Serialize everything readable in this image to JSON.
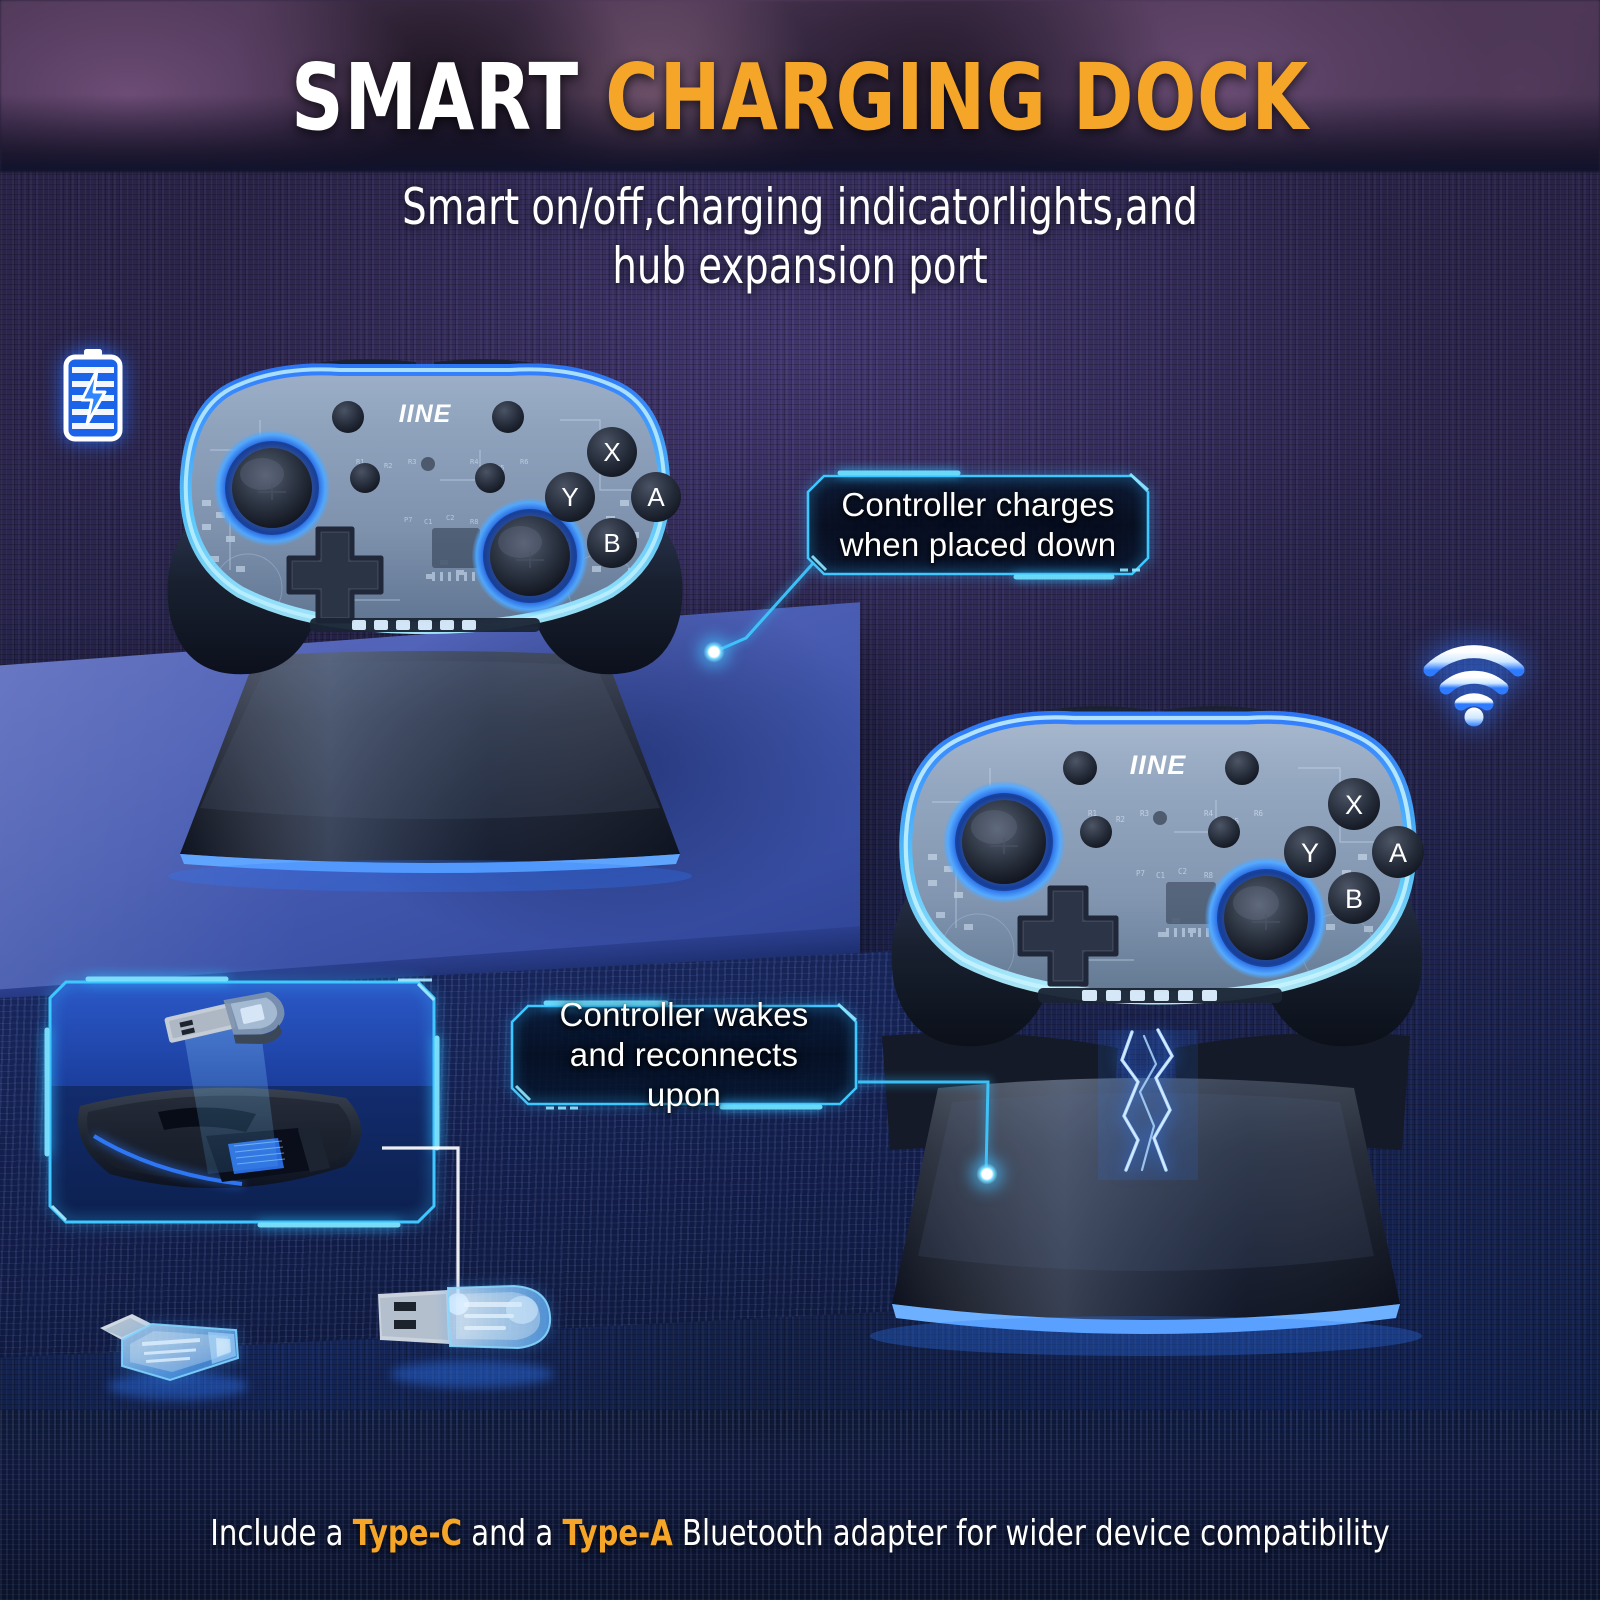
{
  "header": {
    "title_part_white": "SMART ",
    "title_part_orange": "CHARGING DOCK",
    "subtitle_line1": "Smart on/off,charging indicatorlights,and",
    "subtitle_line2": "hub expansion port"
  },
  "footer": {
    "caption_pre": "Include a ",
    "caption_type_c": "Type-C",
    "caption_mid": " and a ",
    "caption_type_a": "Type-A",
    "caption_post": " Bluetooth adapter for wider device compatibility"
  },
  "callouts": [
    {
      "id": "controller-charges",
      "line1": "Controller charges",
      "line2": "when placed down"
    },
    {
      "id": "controller-wakes",
      "line1": "Controller wakes",
      "line2": "and reconnects upon"
    }
  ],
  "icons": {
    "battery": "battery-charging-icon",
    "wifi": "wifi-icon"
  },
  "product": {
    "brand_logo": "IINE",
    "controller_top_label": "transparent-game-controller-on-dock",
    "controller_bottom_label": "transparent-game-controller-charging",
    "dock_label": "smart-charging-dock",
    "face_buttons": [
      "X",
      "Y",
      "A",
      "B"
    ],
    "adapter_type_c": "type-c-bluetooth-adapter",
    "adapter_type_a": "type-a-bluetooth-adapter",
    "inset_label": "hub-expansion-port-detail"
  },
  "colors": {
    "accent_orange": "#f5a528",
    "accent_cyan": "#3fc8ff",
    "glow_blue": "#2f7bff",
    "text_white": "#ffffff",
    "bg_purple": "#2a2449",
    "bg_navy": "#101a38",
    "desk_blue": "#4f61b6"
  }
}
